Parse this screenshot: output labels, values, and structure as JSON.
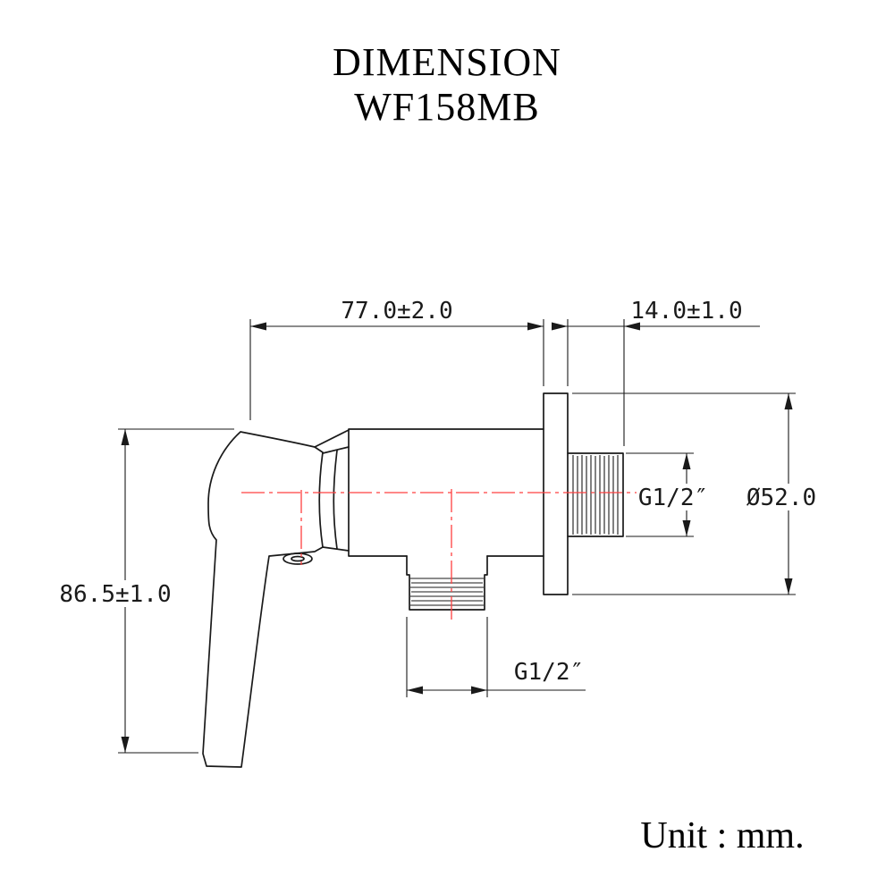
{
  "title": {
    "line1": "DIMENSION",
    "line2": "WF158MB"
  },
  "unit_label": "Unit : mm.",
  "dimensions": {
    "horizontal_width": "77.0±2.0",
    "thread_length": "14.0±1.0",
    "handle_height": "86.5±1.0",
    "flange_diameter": "Ø52.0",
    "side_thread_size": "G1/2″",
    "bottom_thread_size": "G1/2″"
  },
  "colors": {
    "object_line": "#1a1a1a",
    "centerline": "#ff4040",
    "background": "#ffffff"
  }
}
